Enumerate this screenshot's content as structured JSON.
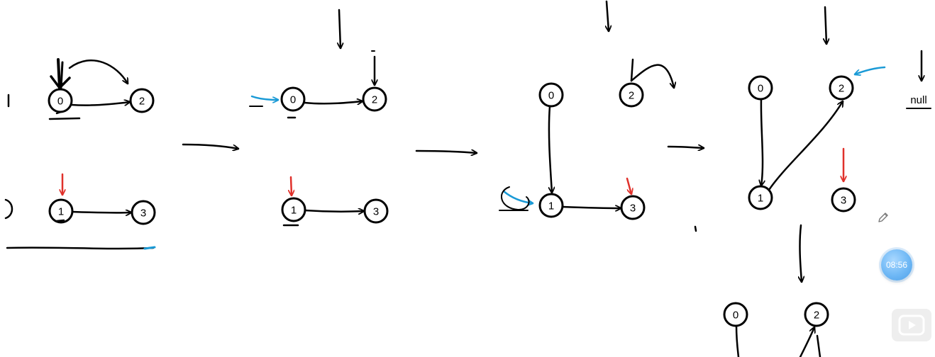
{
  "diagram": {
    "null_label": "null",
    "ink_colors": {
      "black": "#000000",
      "blue": "#1a9ad6",
      "red": "#e0312b"
    },
    "stages": [
      {
        "id": "stage-1",
        "nodes": [
          {
            "label": "0"
          },
          {
            "label": "2"
          },
          {
            "label": "1"
          },
          {
            "label": "3"
          }
        ]
      },
      {
        "id": "stage-2",
        "nodes": [
          {
            "label": "0"
          },
          {
            "label": "2"
          },
          {
            "label": "1"
          },
          {
            "label": "3"
          }
        ]
      },
      {
        "id": "stage-3",
        "nodes": [
          {
            "label": "0"
          },
          {
            "label": "2"
          },
          {
            "label": "1"
          },
          {
            "label": "3"
          }
        ]
      },
      {
        "id": "stage-4",
        "nodes": [
          {
            "label": "0"
          },
          {
            "label": "2"
          },
          {
            "label": "1"
          },
          {
            "label": "3"
          }
        ]
      },
      {
        "id": "stage-5",
        "nodes": [
          {
            "label": "0"
          },
          {
            "label": "2"
          }
        ]
      }
    ]
  },
  "player": {
    "timer_text": "08:56",
    "pencil_icon": "pencil-icon",
    "play_icon": "play-icon"
  }
}
